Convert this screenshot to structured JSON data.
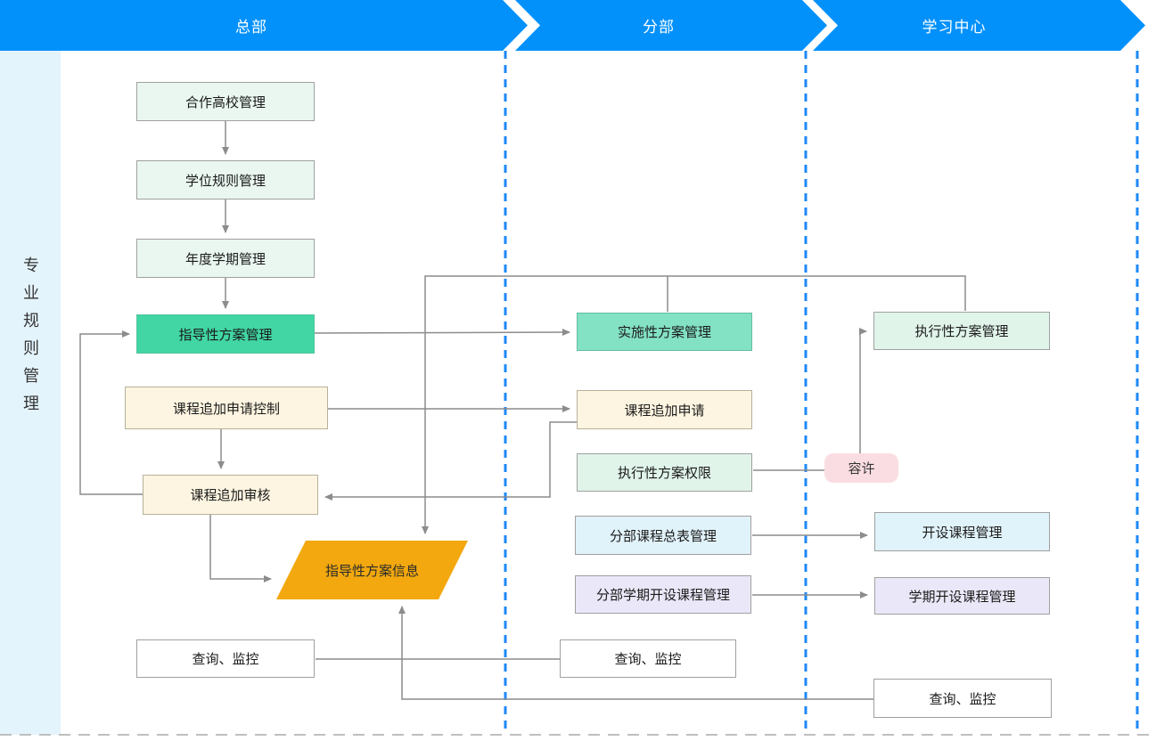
{
  "header": {
    "lanes": [
      {
        "id": "hq",
        "label": "总部"
      },
      {
        "id": "branch",
        "label": "分部"
      },
      {
        "id": "learning_center",
        "label": "学习中心"
      }
    ]
  },
  "sidebar": {
    "label": "专业规则管理"
  },
  "nodes": {
    "hq": [
      {
        "label": "合作高校管理",
        "shape": "rect",
        "color": "#e9f7f0"
      },
      {
        "label": "学位规则管理",
        "shape": "rect",
        "color": "#e9f7f0"
      },
      {
        "label": "年度学期管理",
        "shape": "rect",
        "color": "#e9f7f0"
      },
      {
        "label": "指导性方案管理",
        "shape": "rect",
        "color": "#41d6a4"
      },
      {
        "label": "课程追加申请控制",
        "shape": "rect",
        "color": "#fdf5e1"
      },
      {
        "label": "课程追加审核",
        "shape": "rect",
        "color": "#fdf5e1"
      },
      {
        "label": "指导性方案信息",
        "shape": "parallelogram",
        "color": "#f2a80e"
      },
      {
        "label": "查询、监控",
        "shape": "rect",
        "color": "#ffffff"
      }
    ],
    "branch": [
      {
        "label": "实施性方案管理",
        "shape": "rect",
        "color": "#83e1c4"
      },
      {
        "label": "课程追加申请",
        "shape": "rect",
        "color": "#fdf5e1"
      },
      {
        "label": "执行性方案权限",
        "shape": "rect",
        "color": "#e0f4ea"
      },
      {
        "label": "分部课程总表管理",
        "shape": "rect",
        "color": "#e1f3fa"
      },
      {
        "label": "分部学期开设课程管理",
        "shape": "rect",
        "color": "#eae8f8"
      },
      {
        "label": "查询、监控",
        "shape": "rect",
        "color": "#ffffff"
      }
    ],
    "lc": [
      {
        "label": "执行性方案管理",
        "shape": "rect",
        "color": "#e0f4ea"
      },
      {
        "label": "容许",
        "shape": "rounded-tag",
        "color": "#fadde2"
      },
      {
        "label": "开设课程管理",
        "shape": "rect",
        "color": "#e1f3fa"
      },
      {
        "label": "学期开设课程管理",
        "shape": "rect",
        "color": "#eae8f8"
      },
      {
        "label": "查询、监控",
        "shape": "rect",
        "color": "#ffffff"
      }
    ]
  },
  "colors": {
    "header_blue": "#0291fb",
    "sidebar_bg": "#e4f4fd",
    "lane_divider_blue": "#1e88f7",
    "connector_gray": "#8c8c8c",
    "bottom_boundary_gray": "#bfbfbf"
  }
}
